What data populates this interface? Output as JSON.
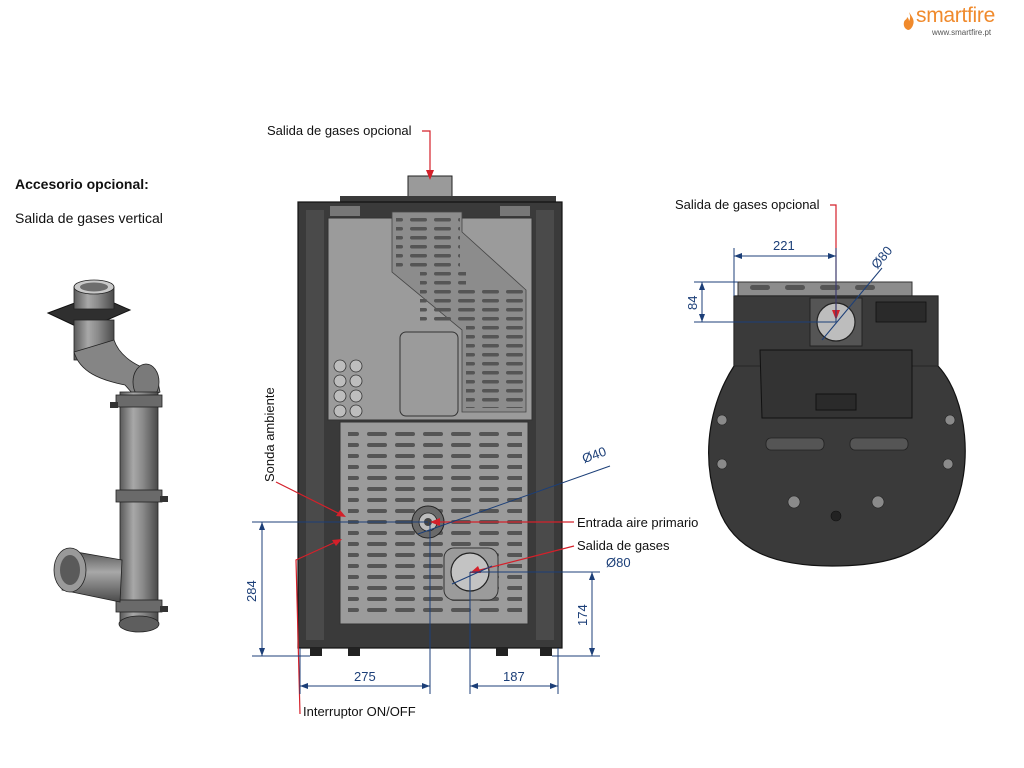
{
  "brand": {
    "name": "smartfire",
    "url": "www.smartfire.pt",
    "color": "#f08a2c"
  },
  "accessory": {
    "title": "Accesorio opcional:",
    "subtitle": "Salida de gases vertical"
  },
  "rear_view": {
    "labels": {
      "top_outlet": "Salida de gases opcional",
      "sensor": "Sonda ambiente",
      "primary_air": "Entrada aire primario",
      "gas_outlet": "Salida de gases",
      "switch": "Interruptor ON/OFF"
    },
    "dims": {
      "d40": "Ø40",
      "d80": "Ø80",
      "h284": "284",
      "h174": "174",
      "w275": "275",
      "w187": "187"
    }
  },
  "top_view": {
    "labels": {
      "top_outlet": "Salida de gases opcional"
    },
    "dims": {
      "w221": "221",
      "d80": "Ø80",
      "h84": "84"
    }
  },
  "colors": {
    "dimension_line": "#1c3f78",
    "leader_line": "#d4202a",
    "body_dark": "#3a3a3a",
    "panel_grey": "#9b9b9b"
  }
}
